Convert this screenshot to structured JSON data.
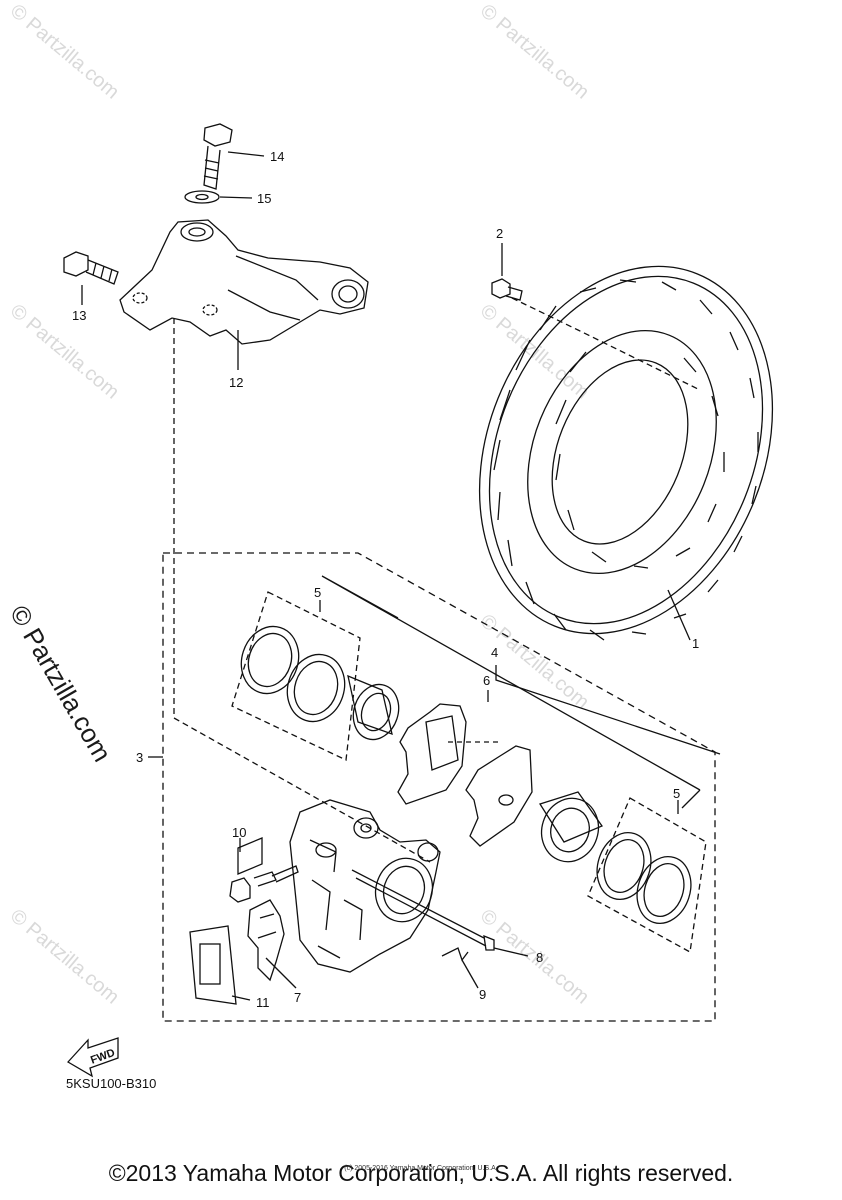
{
  "watermark": {
    "small": "© Partzilla.com",
    "large": "© Partzilla.com"
  },
  "callouts": [
    "1",
    "2",
    "3",
    "4",
    "5",
    "5",
    "6",
    "7",
    "8",
    "9",
    "10",
    "11",
    "12",
    "13",
    "14",
    "15"
  ],
  "fwd_label": "FWD",
  "diagram_code": "5KSU100-B310",
  "copyright_small": "(c) 2005-2016 Yamaha Motor Corporation, U.S.A.",
  "copyright": "©2013 Yamaha Motor Corporation, U.S.A. All rights reserved."
}
